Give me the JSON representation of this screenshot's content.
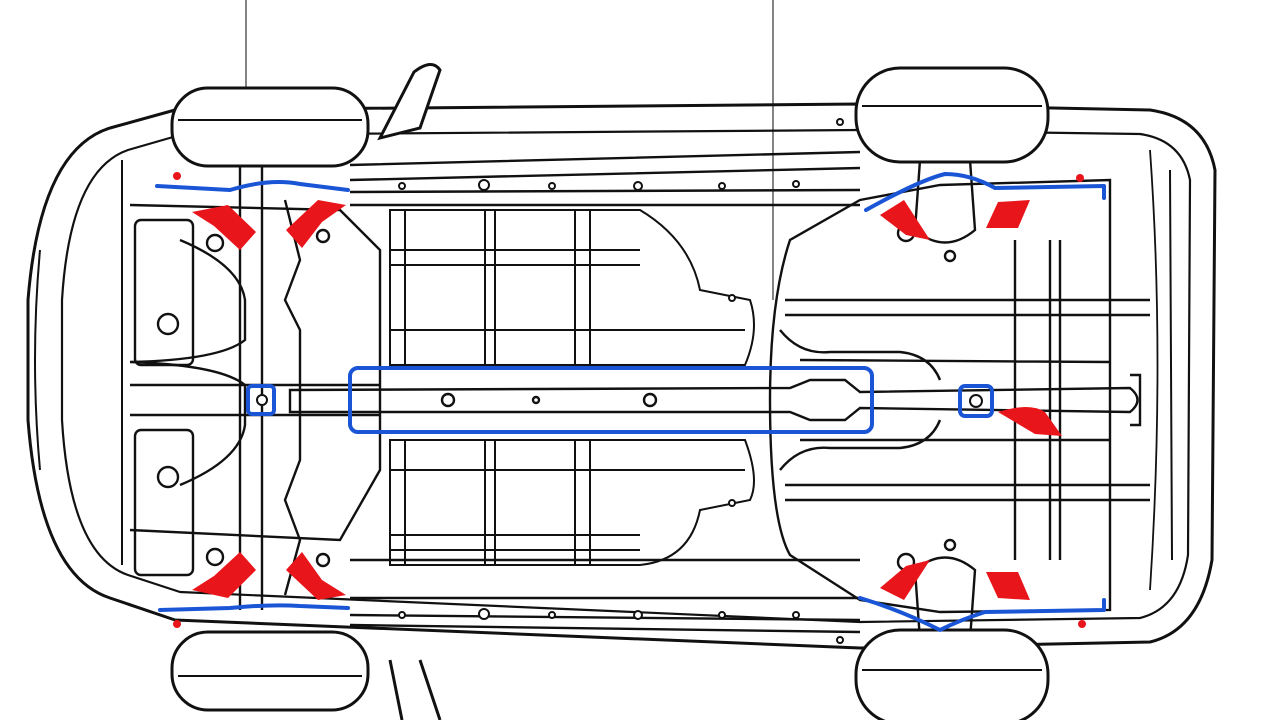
{
  "diagram": {
    "subject": "vehicle-underbody-top-view",
    "colors": {
      "outline": "#111111",
      "background": "#ffffff",
      "jack_point": "#e8151b",
      "support_highlight": "#1a55d6"
    },
    "highlight_groups": [
      {
        "id": "jack-pads",
        "color": "#e8151b",
        "count": 9
      },
      {
        "id": "support-rails",
        "color": "#1a55d6",
        "count": 4
      },
      {
        "id": "center-tunnel",
        "color": "#1a55d6",
        "count": 1
      },
      {
        "id": "pivot-points",
        "color": "#1a55d6",
        "count": 2
      }
    ]
  }
}
